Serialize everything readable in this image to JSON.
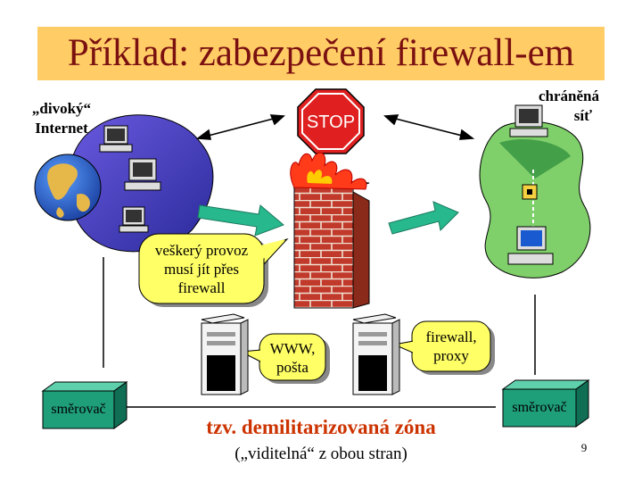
{
  "title": "Příklad: zabezpečení firewall-em",
  "labels": {
    "internet_line1": "„divoký“",
    "internet_line2": "Internet",
    "protected_line1": "chráněná",
    "protected_line2": "síť",
    "stop_sign": "STOP"
  },
  "callouts": {
    "firewall_rule": [
      "veškerý provoz",
      "musí jít přes",
      "firewall"
    ],
    "www_server": [
      "WWW,",
      "pošta"
    ],
    "proxy_server": [
      "firewall,",
      "proxy"
    ]
  },
  "routers": {
    "left": "směrovač",
    "right": "směrovač"
  },
  "dmz": {
    "title": "tzv. demilitarizovaná zóna",
    "subtitle": "(„viditelná“ z obou stran)"
  },
  "page_number": "9",
  "colors": {
    "title_bg": "#ffcc66",
    "title_text": "#7a1010",
    "dmz_text": "#cc3300",
    "router": "#1f9e7a",
    "bubble": "#ffff66",
    "arrow": "#28b88e",
    "internet_cloud": "#4c4ccc",
    "protected_net": "#7fcf6a",
    "brick": "#c0392b"
  }
}
